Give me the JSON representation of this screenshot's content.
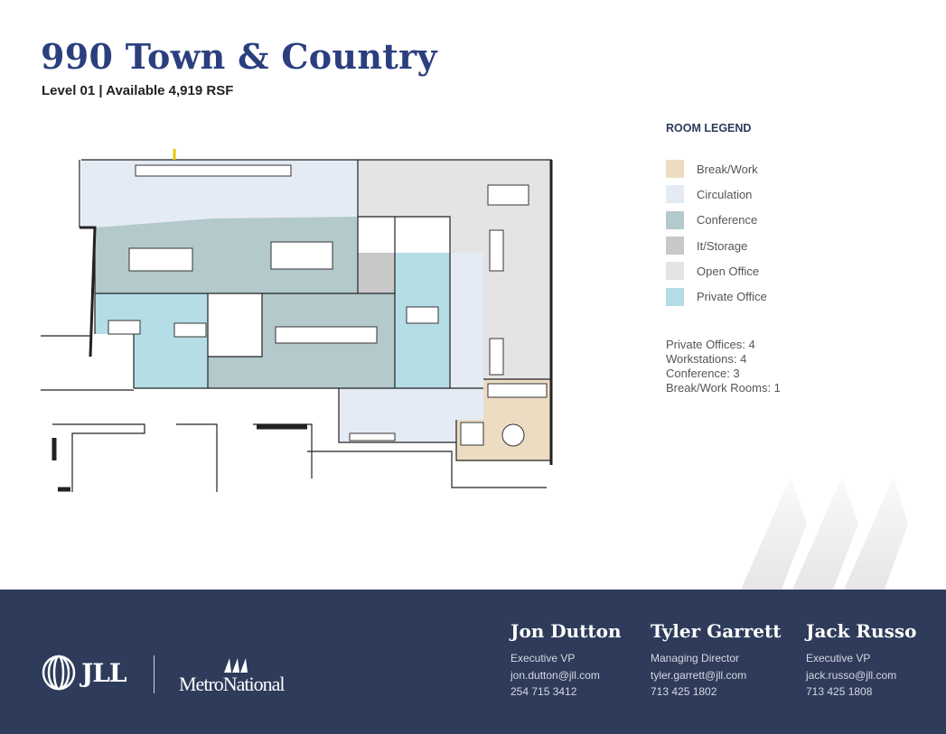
{
  "header": {
    "title": "990 Town & Country",
    "subtitle": "Level 01 | Available 4,919 RSF"
  },
  "legend": {
    "title": "ROOM LEGEND",
    "items": [
      {
        "label": "Break/Work",
        "color": "#ecdcc2"
      },
      {
        "label": "Circulation",
        "color": "#e5ebf5"
      },
      {
        "label": "Conference",
        "color": "#b3c9cb"
      },
      {
        "label": "It/Storage",
        "color": "#c8c8c8"
      },
      {
        "label": "Open Office",
        "color": "#e4e4e4"
      },
      {
        "label": "Private Office",
        "color": "#b4dde6"
      }
    ],
    "stats": [
      "Private Offices: 4",
      "Workstations: 4",
      "Conference: 3",
      "Break/Work Rooms: 1"
    ]
  },
  "footer": {
    "logos": {
      "jll": "JLL",
      "metronational": "MetroNational"
    },
    "contacts": [
      {
        "name": "Jon Dutton",
        "title": "Executive VP",
        "email": "jon.dutton@jll.com",
        "phone": "254 715 3412"
      },
      {
        "name": "Tyler Garrett",
        "title": "Managing Director",
        "email": "tyler.garrett@jll.com",
        "phone": "713 425 1802"
      },
      {
        "name": "Jack Russo",
        "title": "Executive VP",
        "email": "jack.russo@jll.com",
        "phone": "713 425 1808"
      }
    ]
  },
  "colors": {
    "title": "#2b3f7f",
    "footer_bg": "#2e3b5a"
  }
}
